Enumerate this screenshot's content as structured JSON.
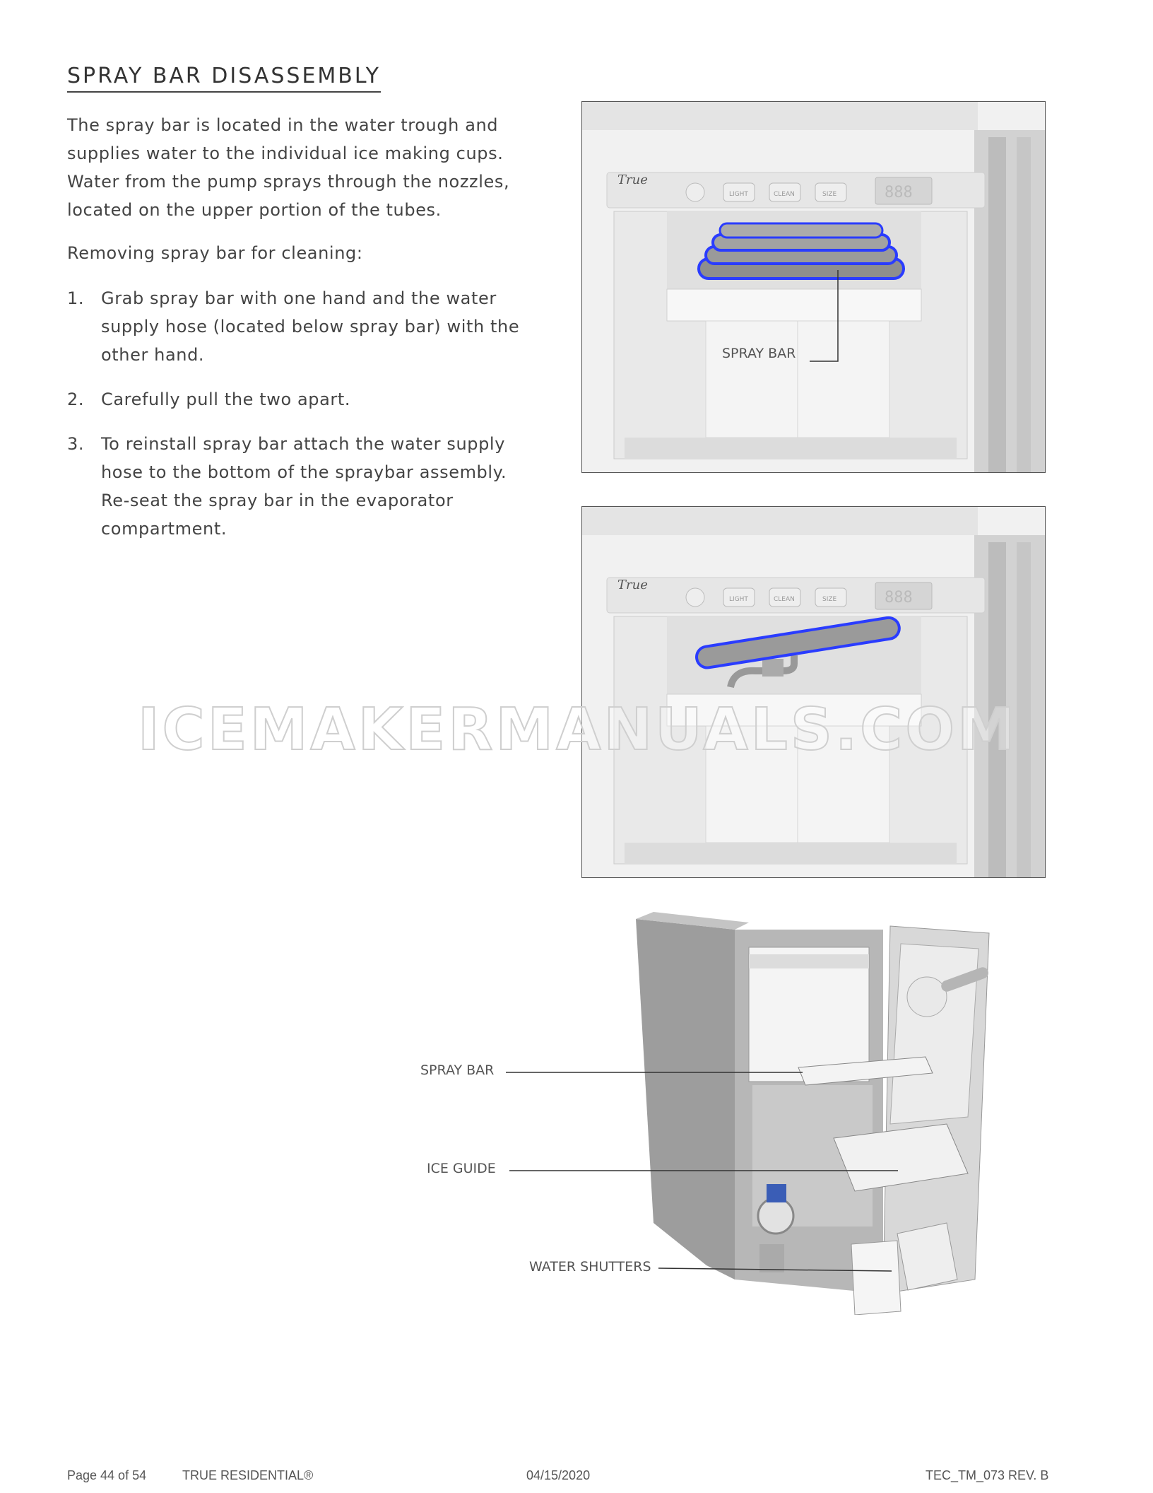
{
  "heading": "SPRAY BAR DISASSEMBLY",
  "intro": "The spray bar is located in the water trough and supplies water to the individual ice making cups. Water from the pump sprays through the nozzles, located on the upper portion of the tubes.",
  "removing_label": "Removing spray bar for cleaning:",
  "steps": [
    {
      "num": "1.",
      "text": "Grab spray bar with one hand and the water supply hose (located below spray bar) with the other hand."
    },
    {
      "num": "2.",
      "text": "Carefully pull the two apart."
    },
    {
      "num": "3.",
      "text": "To reinstall spray bar attach the water supply hose to the bottom of the spraybar assembly. Re-seat the spray bar in the evaporator compartment."
    }
  ],
  "figure1": {
    "callout": "SPRAY BAR"
  },
  "control_panel": {
    "brand": "True",
    "buttons": [
      "LIGHT",
      "CLEAN",
      "SIZE"
    ],
    "display": "888"
  },
  "figure3": {
    "callouts": [
      "SPRAY BAR",
      "ICE GUIDE",
      "WATER SHUTTERS"
    ]
  },
  "watermark": "ICEMAKERMANUALS.COM",
  "footer": {
    "page": "Page 44 of 54",
    "brand": "TRUE RESIDENTIAL®",
    "date": "04/15/2020",
    "doc_id": "TEC_TM_073 REV. B"
  },
  "colors": {
    "highlight": "#2a3cff",
    "line": "#333333"
  }
}
